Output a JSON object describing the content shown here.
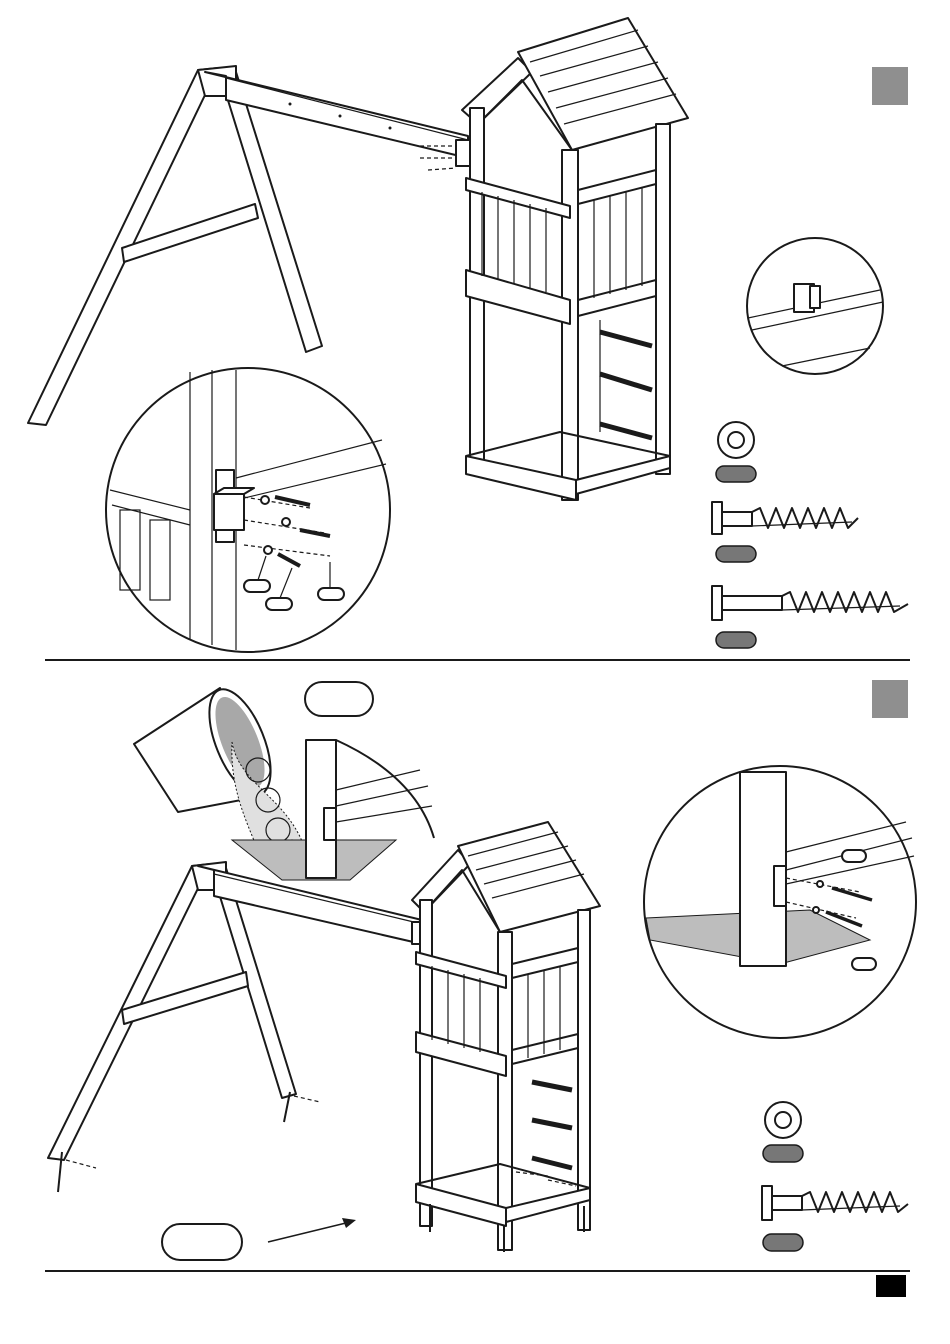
{
  "document": {
    "steps": [
      {
        "id": "step-a",
        "number": "",
        "callouts": [
          "",
          "",
          ""
        ],
        "hardware": [
          "washer",
          "short-screw",
          "long-screw"
        ]
      },
      {
        "id": "step-b",
        "number": "",
        "callouts": [
          "",
          "",
          ""
        ],
        "hardware": [
          "washer",
          "screw"
        ]
      }
    ],
    "page_number": "",
    "colors": {
      "line": "#1a1a1a",
      "step_box": "#8f8f8f",
      "pill": "#777777",
      "ground": "#bdbdbd"
    },
    "icons": [
      "washer-icon",
      "screw-icon",
      "spirit-level-icon",
      "concrete-bucket-icon",
      "arrow-icon"
    ]
  }
}
